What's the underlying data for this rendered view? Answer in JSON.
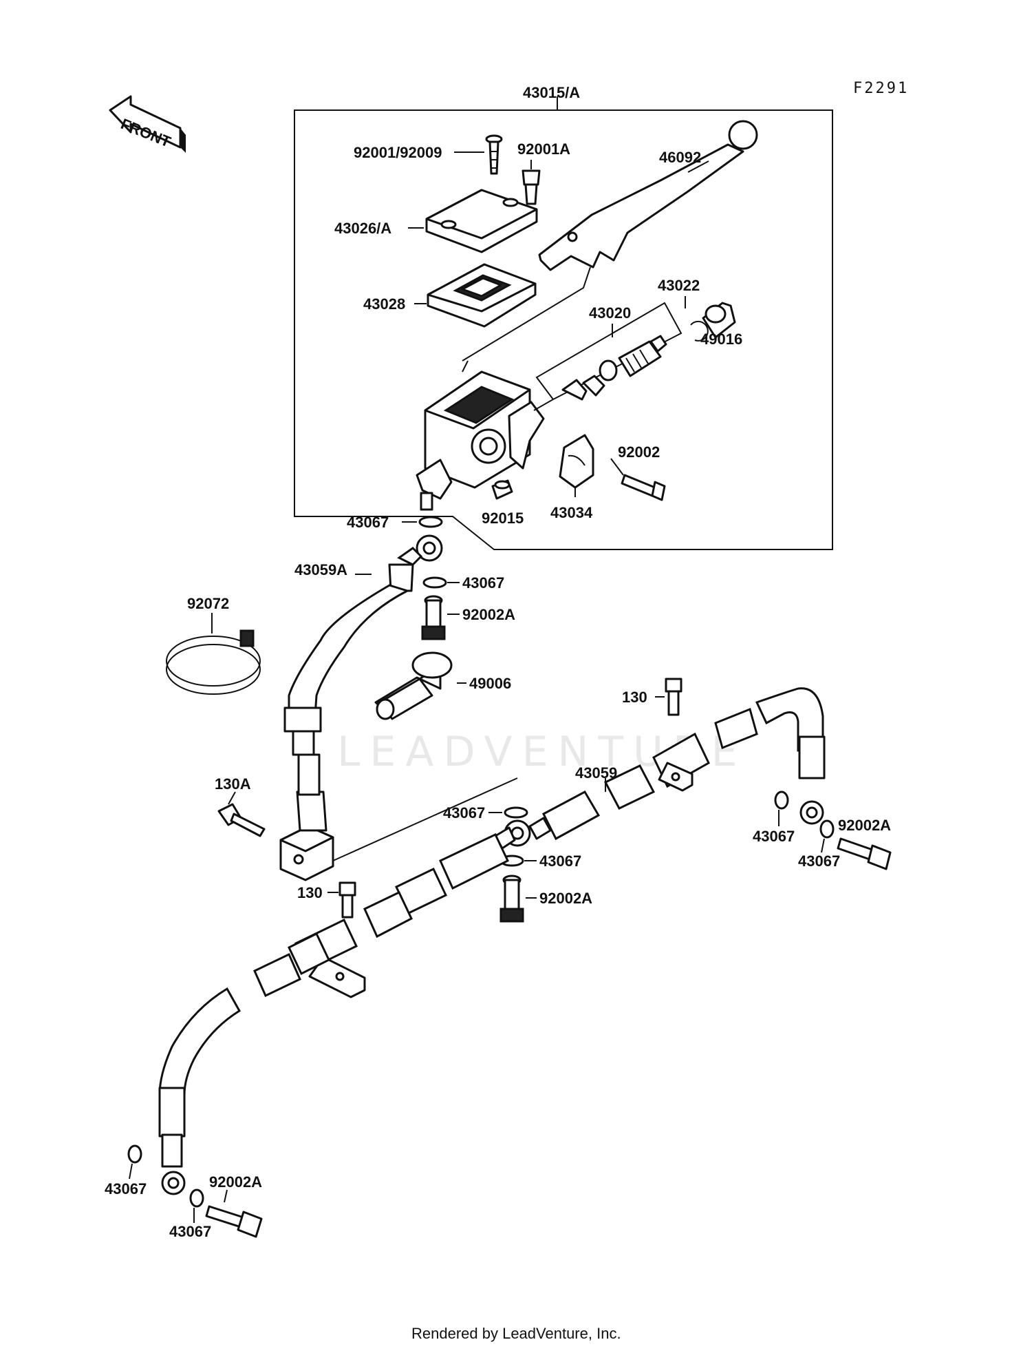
{
  "diagram": {
    "code": "F2291",
    "front_label": "FRONT",
    "watermark": "LEADVENTURE",
    "footer": "Rendered by LeadVenture, Inc.",
    "assembly_label": "43015/A",
    "labels": {
      "p92001_92009": "92001/92009",
      "p92001A": "92001A",
      "p46092": "46092",
      "p43026A": "43026/A",
      "p43028": "43028",
      "p43022": "43022",
      "p43020": "43020",
      "p49016": "49016",
      "p92002": "92002",
      "p43067_top": "43067",
      "p92015": "92015",
      "p43034": "43034",
      "p43059A": "43059A",
      "p43067_b": "43067",
      "p92072": "92072",
      "p92002A_a": "92002A",
      "p49006": "49006",
      "p130_a": "130",
      "p130A": "130A",
      "p43059": "43059",
      "p43067_c": "43067",
      "p43067_d": "43067",
      "p92002A_b": "92002A",
      "p43067_e": "43067",
      "p92002A_c": "92002A",
      "p43067_f": "43067",
      "p130_b": "130",
      "p43067_g": "43067",
      "p92002A_d": "92002A",
      "p43067_h": "43067"
    }
  }
}
